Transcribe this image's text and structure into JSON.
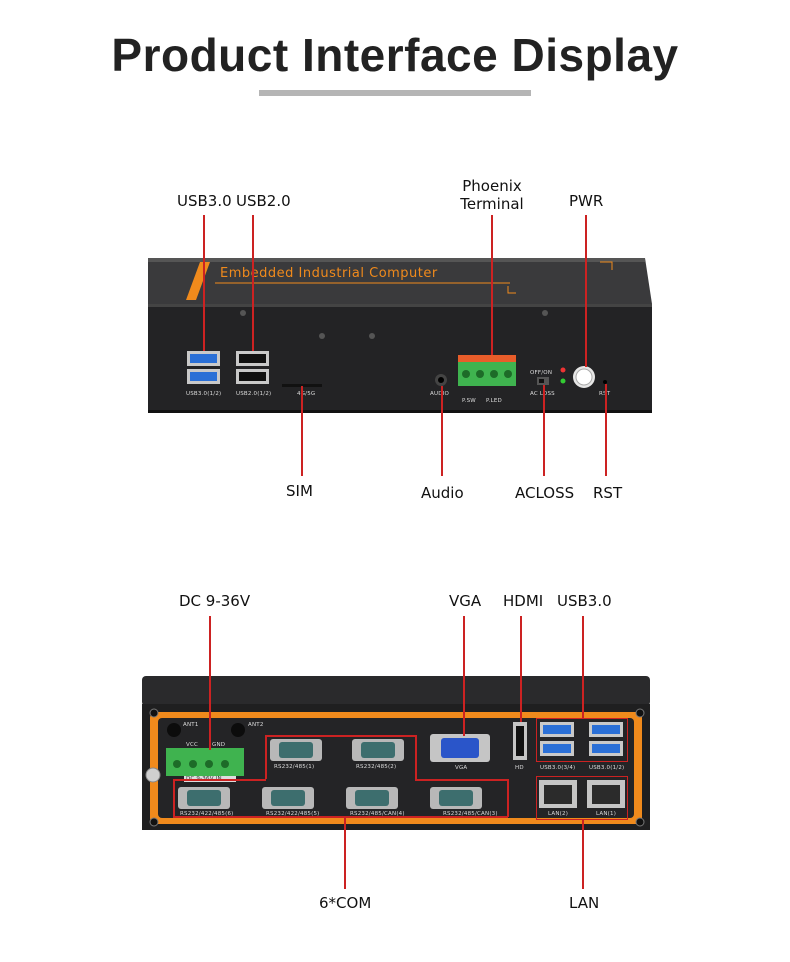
{
  "title": "Product Interface Display",
  "front": {
    "brand_text": "Embedded Industrial Computer",
    "labels": {
      "usb30": "USB3.0",
      "usb20": "USB2.0",
      "phoenix_1": "Phoenix",
      "phoenix_2": "Terminal",
      "pwr": "PWR",
      "sim": "SIM",
      "audio": "Audio",
      "acloss": "ACLOSS",
      "rst": "RST"
    },
    "panel_print": {
      "usb30": "USB3.0(1/2)",
      "usb20": "USB2.0(1/2)",
      "sim": "4G/5G",
      "audio": "AUDIO",
      "psw": "P.SW",
      "pled": "P.LED",
      "offon": "OFF/ON",
      "acloss": "AC LOSS",
      "rst": "RST"
    }
  },
  "rear": {
    "labels": {
      "dc": "DC 9-36V",
      "vga": "VGA",
      "hdmi": "HDMI",
      "usb30": "USB3.0",
      "com": "6*COM",
      "lan": "LAN"
    },
    "panel_print": {
      "ant1": "ANT1",
      "ant2": "ANT2",
      "vcc": "VCC",
      "gnd": "GND",
      "dc": "DC 9-36V IN",
      "com1": "RS232/485(1)",
      "com2": "RS232/485(2)",
      "com3": "RS232/485/CAN(3)",
      "com4": "RS232/485/CAN(4)",
      "com5": "RS232/422/485(5)",
      "com6": "RS232/422/485(6)",
      "vga": "VGA",
      "hd": "HD",
      "usb34": "USB3.0(3/4)",
      "usb12": "USB3.0(1/2)",
      "lan2": "LAN(2)",
      "lan1": "LAN(1)"
    }
  },
  "colors": {
    "accent_line": "#cc2222",
    "orange": "#f08a1c",
    "chassis": "#2a2a2c",
    "usb_blue": "#2a6fd6",
    "terminal_green": "#3fb34f"
  }
}
